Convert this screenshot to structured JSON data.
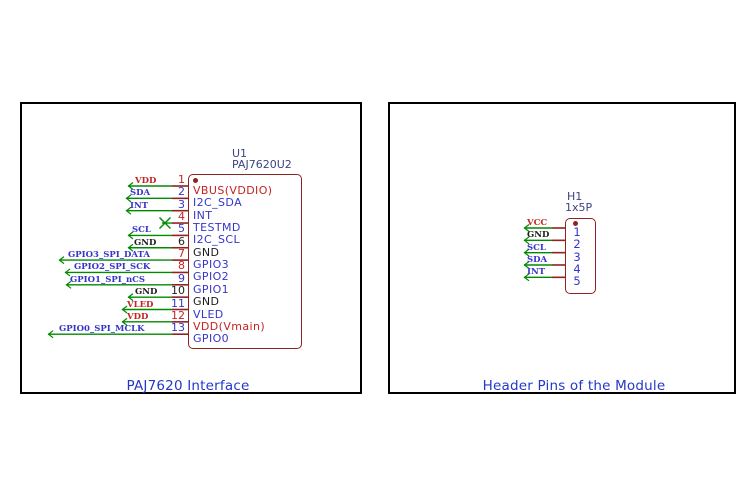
{
  "colors": {
    "red": "#c62222",
    "blue": "#3535ca",
    "black": "#1d1d1d",
    "green_wire": "#008a00",
    "dark_red": "#8e231f",
    "navy": "#3d4380",
    "caption_blue": "#2337cb"
  },
  "panels": {
    "left": {
      "refdes": "U1",
      "part": "PAJ7620U2",
      "caption": "PAJ7620 Interface",
      "pins": [
        {
          "number": "1",
          "name": "VBUS(VDDIO)",
          "name_color": "red",
          "number_color": "red",
          "label": "VDD",
          "label_color": "red"
        },
        {
          "number": "2",
          "name": "I2C_SDA",
          "name_color": "blue",
          "number_color": "blue",
          "label": "SDA",
          "label_color": "blue"
        },
        {
          "number": "3",
          "name": "INT",
          "name_color": "blue",
          "number_color": "blue",
          "label": "INT",
          "label_color": "blue"
        },
        {
          "number": "4",
          "name": "TESTMD",
          "name_color": "blue",
          "number_color": "red",
          "label": "",
          "label_color": "blue",
          "no_connect": true
        },
        {
          "number": "5",
          "name": "I2C_SCL",
          "name_color": "blue",
          "number_color": "blue",
          "label": "SCL",
          "label_color": "blue"
        },
        {
          "number": "6",
          "name": "GND",
          "name_color": "black",
          "number_color": "black",
          "label": "GND",
          "label_color": "black"
        },
        {
          "number": "7",
          "name": "GPIO3",
          "name_color": "blue",
          "number_color": "red",
          "label": "GPIO3_SPI_DATA",
          "label_color": "blue"
        },
        {
          "number": "8",
          "name": "GPIO2",
          "name_color": "blue",
          "number_color": "red",
          "label": "GPIO2_SPI_SCK",
          "label_color": "blue"
        },
        {
          "number": "9",
          "name": "GPIO1",
          "name_color": "blue",
          "number_color": "blue",
          "label": "GPIO1_SPI_nCS",
          "label_color": "blue"
        },
        {
          "number": "10",
          "name": "GND",
          "name_color": "black",
          "number_color": "black",
          "label": "GND",
          "label_color": "black"
        },
        {
          "number": "11",
          "name": "VLED",
          "name_color": "blue",
          "number_color": "blue",
          "label": "VLED",
          "label_color": "red"
        },
        {
          "number": "12",
          "name": "VDD(Vmain)",
          "name_color": "red",
          "number_color": "red",
          "label": "VDD",
          "label_color": "red"
        },
        {
          "number": "13",
          "name": "GPIO0",
          "name_color": "blue",
          "number_color": "blue",
          "label": "GPIO0_SPI_MCLK",
          "label_color": "blue"
        }
      ]
    },
    "right": {
      "refdes": "H1",
      "part": "1x5P",
      "caption": "Header Pins of the Module",
      "pins": [
        {
          "number": "1",
          "number_color": "blue",
          "label": "VCC",
          "label_color": "red"
        },
        {
          "number": "2",
          "number_color": "blue",
          "label": "GND",
          "label_color": "black"
        },
        {
          "number": "3",
          "number_color": "blue",
          "label": "SCL",
          "label_color": "blue"
        },
        {
          "number": "4",
          "number_color": "blue",
          "label": "SDA",
          "label_color": "blue"
        },
        {
          "number": "5",
          "number_color": "blue",
          "label": "INT",
          "label_color": "blue"
        }
      ]
    }
  }
}
